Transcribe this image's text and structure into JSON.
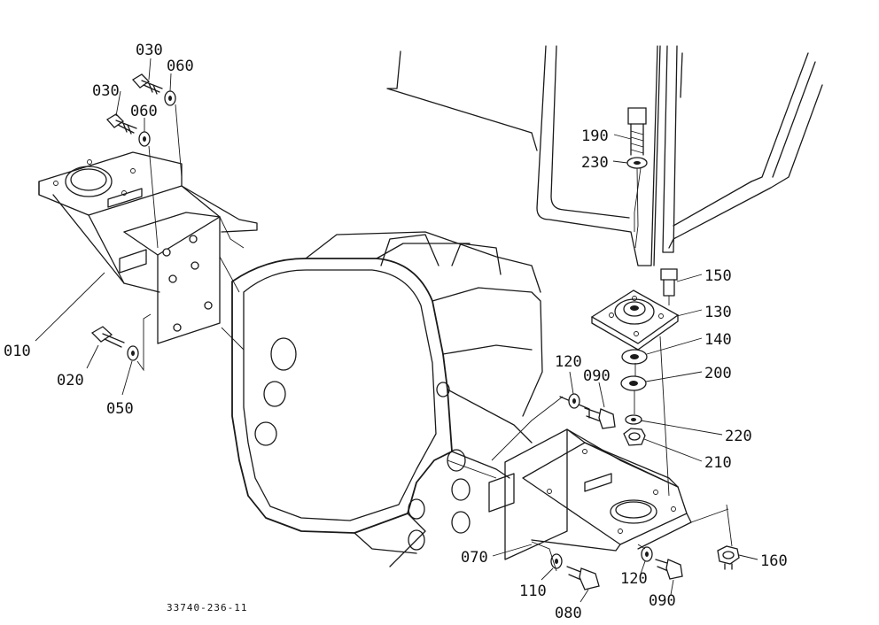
{
  "diagram": {
    "drawing_number": "33740-236-11",
    "callouts": [
      {
        "id": "p030a",
        "text": "030"
      },
      {
        "id": "p060a",
        "text": "060"
      },
      {
        "id": "p030b",
        "text": "030"
      },
      {
        "id": "p060b",
        "text": "060"
      },
      {
        "id": "p010",
        "text": "010"
      },
      {
        "id": "p020",
        "text": "020"
      },
      {
        "id": "p050",
        "text": "050"
      },
      {
        "id": "p190",
        "text": "190"
      },
      {
        "id": "p230",
        "text": "230"
      },
      {
        "id": "p150",
        "text": "150"
      },
      {
        "id": "p130",
        "text": "130"
      },
      {
        "id": "p140",
        "text": "140"
      },
      {
        "id": "p200",
        "text": "200"
      },
      {
        "id": "p120a",
        "text": "120"
      },
      {
        "id": "p090a",
        "text": "090"
      },
      {
        "id": "p220",
        "text": "220"
      },
      {
        "id": "p210",
        "text": "210"
      },
      {
        "id": "p070",
        "text": "070"
      },
      {
        "id": "p110",
        "text": "110"
      },
      {
        "id": "p080",
        "text": "080"
      },
      {
        "id": "p120b",
        "text": "120"
      },
      {
        "id": "p090b",
        "text": "090"
      },
      {
        "id": "p160",
        "text": "160"
      }
    ]
  }
}
